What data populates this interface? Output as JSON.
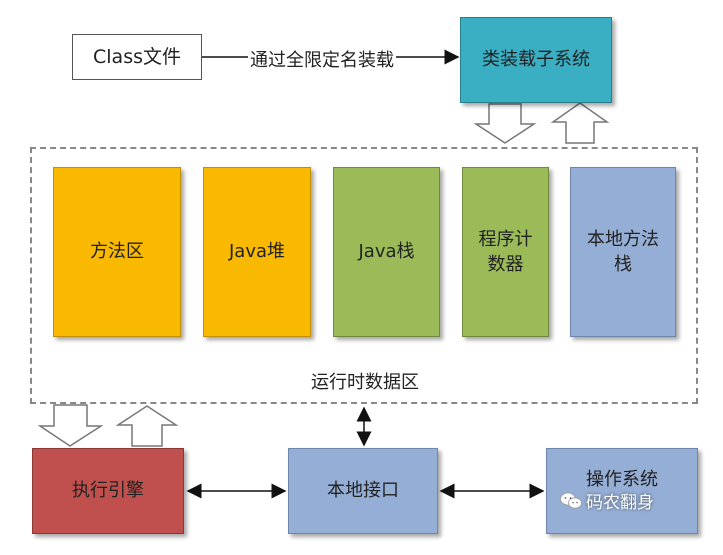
{
  "nodes": {
    "class_file": "Class文件",
    "loader": "类装载子系统",
    "method_area": "方法区",
    "java_heap": "Java堆",
    "java_stack": "Java栈",
    "pc_register_line1": "程序计",
    "pc_register_line2": "数器",
    "native_stack_line1": "本地方法",
    "native_stack_line2": "栈",
    "runtime_area": "运行时数据区",
    "exec_engine": "执行引擎",
    "native_iface": "本地接口",
    "os": "操作系统"
  },
  "edges": {
    "load_label": "通过全限定名装载"
  },
  "watermark": "码农翻身",
  "colors": {
    "loader": "#3aaec2",
    "orange": "#f9b900",
    "green": "#9bbb59",
    "blue": "#95aed5",
    "red": "#c0504d"
  }
}
